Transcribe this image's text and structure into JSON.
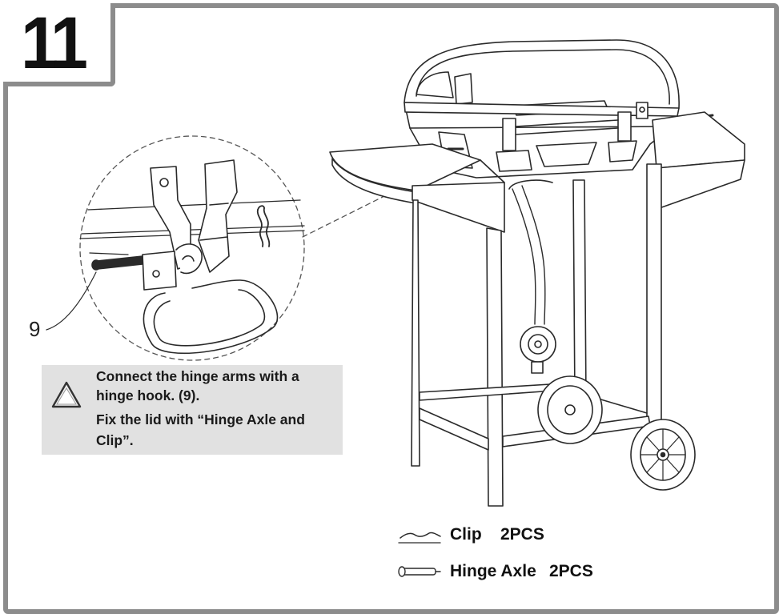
{
  "step": {
    "number": "11"
  },
  "callout": {
    "label": "9"
  },
  "note": {
    "icon": "warning-triangle-icon",
    "line1": "Connect the hinge arms with a",
    "line2": "hinge hook. (9).",
    "line3": "Fix the lid with “Hinge Axle and",
    "line4": "Clip”."
  },
  "parts": [
    {
      "icon": "clip-icon",
      "name": "Clip",
      "qty": "2PCS"
    },
    {
      "icon": "hinge-axle-icon",
      "name": "Hinge Axle",
      "qty": "2PCS"
    }
  ],
  "colors": {
    "frame": "#8c8c8c",
    "note_bg": "#e1e1e1",
    "line": "#2a2a2a"
  }
}
